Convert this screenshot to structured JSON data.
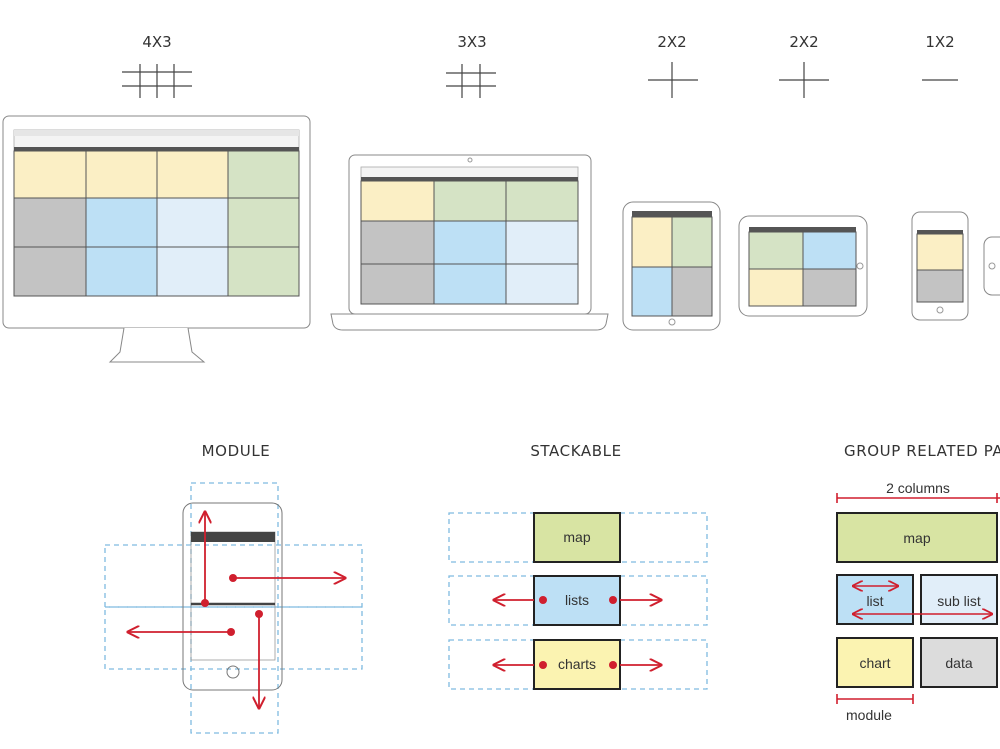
{
  "grid_labels": [
    "4X3",
    "3X3",
    "2X2",
    "2X2",
    "1X2"
  ],
  "sections": {
    "module": "MODULE",
    "stackable": "STACKABLE",
    "group": "GROUP RELATED PANE"
  },
  "stackable_items": [
    "map",
    "lists",
    "charts"
  ],
  "group": {
    "columns_label": "2 columns",
    "map": "map",
    "list": "list",
    "sub_list": "sub list",
    "chart": "chart",
    "data": "data",
    "module_label": "module"
  },
  "colors": {
    "yellow": "#fbefc5",
    "green": "#d5e3c5",
    "gray": "#c3c3c3",
    "blue": "#bde0f5",
    "light_blue": "#e1eef9",
    "lime": "#d8e4a3",
    "red": "#d01f2e",
    "dash_blue": "#7fbbe0"
  }
}
